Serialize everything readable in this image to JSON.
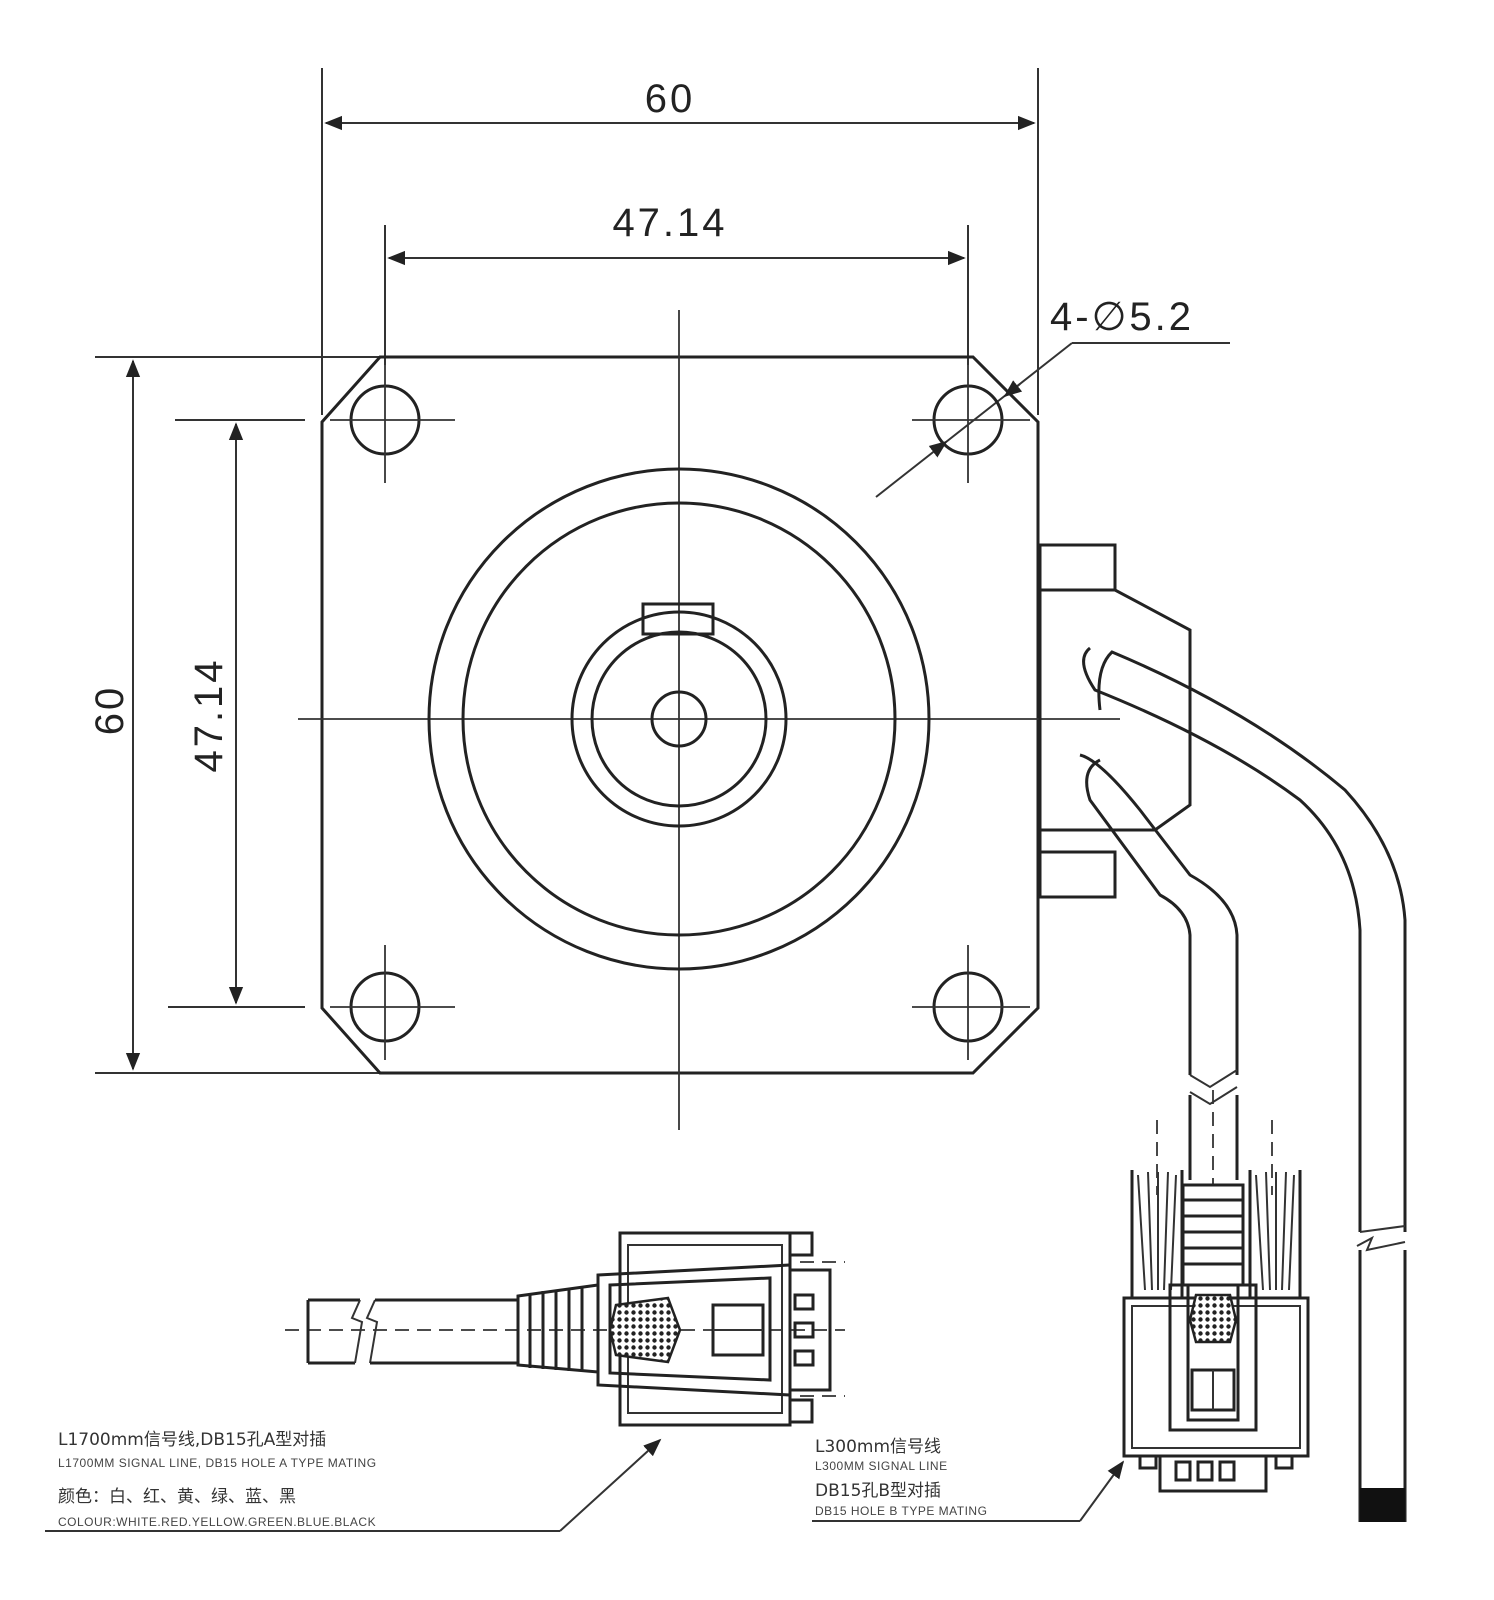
{
  "dimensions": {
    "width_overall": "60",
    "hole_pitch_horizontal": "47.14",
    "height_overall": "60",
    "hole_pitch_vertical": "47.14",
    "mounting_holes": "4-∅5.2"
  },
  "cable_a": {
    "label_cn": "L1700mm信号线,DB15孔A型对插",
    "label_en": "L1700MM SIGNAL LINE, DB15 HOLE A TYPE MATING",
    "colour_cn": "颜色：白、红、黄、绿、蓝、黑",
    "colour_en": "COLOUR:WHITE.RED.YELLOW.GREEN.BLUE.BLACK"
  },
  "cable_b": {
    "label_cn_1": "L300mm信号线",
    "label_en_1": "L300MM SIGNAL LINE",
    "label_cn_2": "DB15孔B型对插",
    "label_en_2": "DB15 HOLE B TYPE MATING"
  }
}
